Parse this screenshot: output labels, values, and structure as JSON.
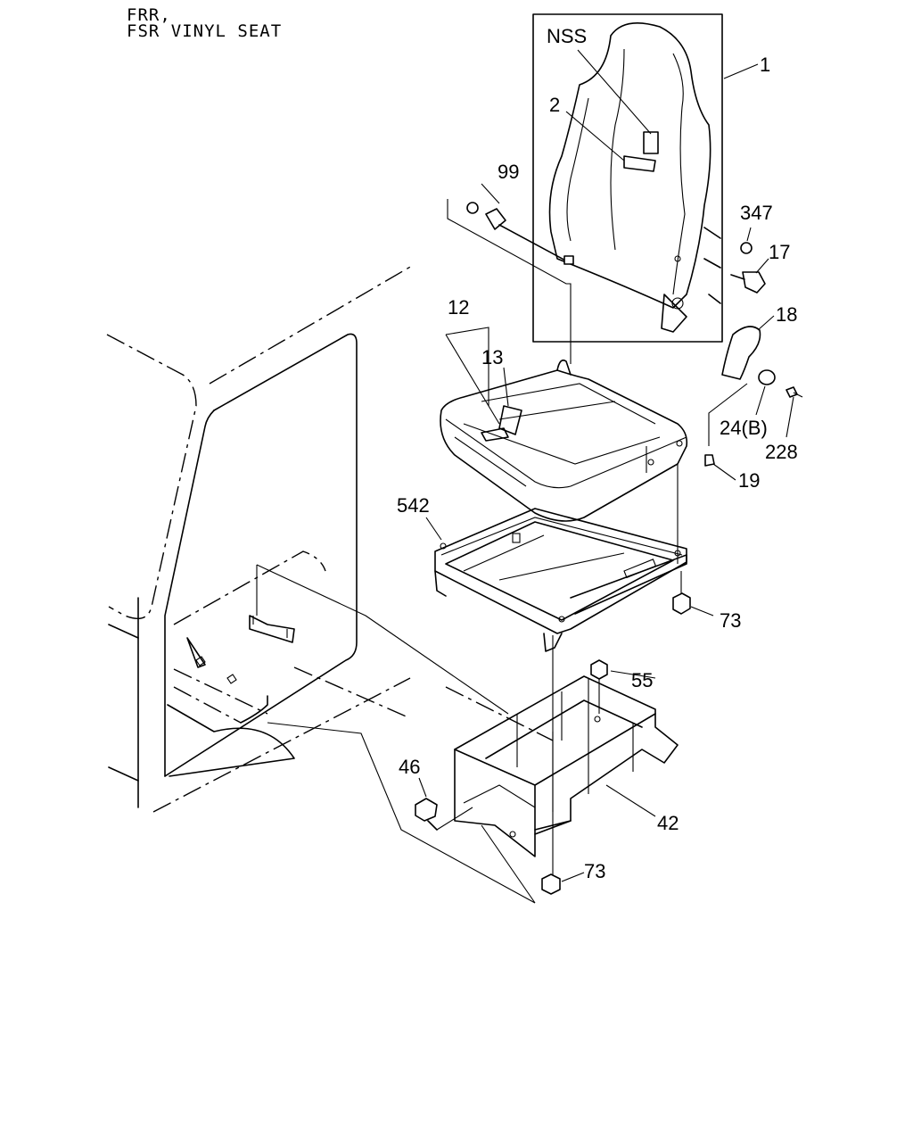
{
  "header": {
    "line1": "FRR,",
    "line2": "FSR VINYL SEAT"
  },
  "callouts": {
    "c1": "1",
    "c2": "2",
    "nss": "NSS",
    "c99": "99",
    "c347": "347",
    "c17": "17",
    "c18": "18",
    "c12": "12",
    "c13": "13",
    "c24b": "24(B)",
    "c228": "228",
    "c19": "19",
    "c542": "542",
    "c73a": "73",
    "c55": "55",
    "c46": "46",
    "c42": "42",
    "c73b": "73"
  }
}
